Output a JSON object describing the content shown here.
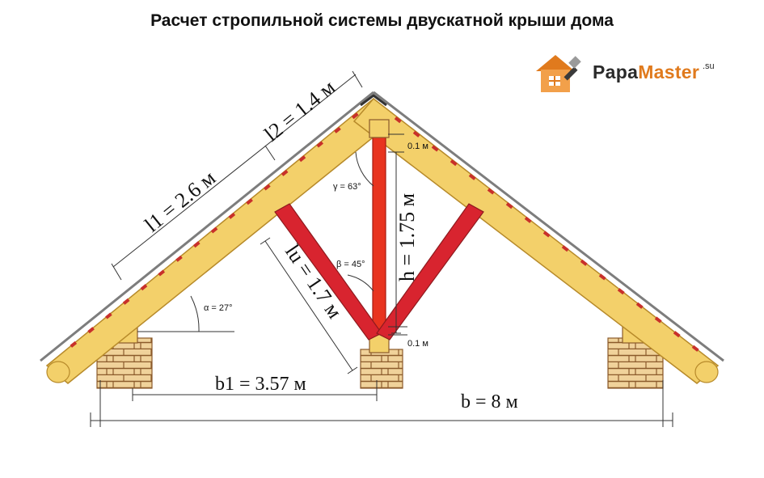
{
  "title": "Расчет стропильной системы двускатной крыши дома",
  "brand": {
    "name_part1": "Papa",
    "name_part2": "Master",
    "suffix": ".su",
    "logo_icon": "house-tools-icon",
    "accent_color": "#e07a1d"
  },
  "dimensions": {
    "l1": "l1 = 2.6 м",
    "l2": "l2 = 1.4 м",
    "lu": "lu = 1.7 м",
    "h": "h = 1.75 м",
    "b1": "b1 = 3.57 м",
    "b": "b = 8 м",
    "offset_top": "0.1 м",
    "offset_bottom": "0.1 м"
  },
  "angles": {
    "alpha": "α = 27°",
    "beta": "β = 45°",
    "gamma": "γ = 63°"
  },
  "colors": {
    "rafter": "#f3d06a",
    "rafter_edge": "#c9a13a",
    "brace": "#d8242f",
    "post": "#e8341f",
    "roofing": "#8a8a8a",
    "brick": "#f0d29a",
    "brick_line": "#8b5a2b"
  }
}
